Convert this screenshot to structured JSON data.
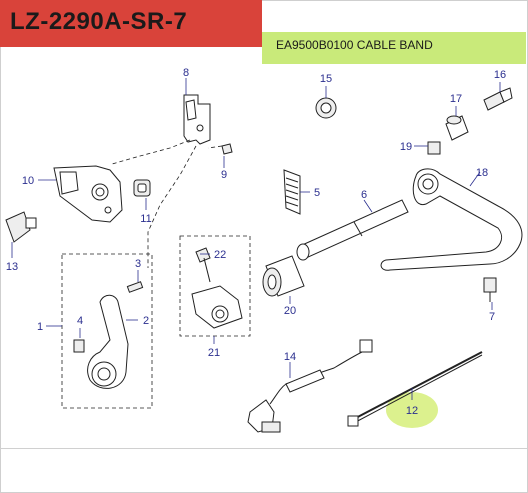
{
  "header": {
    "model": "LZ-2290A-SR-7",
    "part": "EA9500B0100 CABLE BAND"
  },
  "callouts": [
    "8",
    "15",
    "16",
    "17",
    "19",
    "18",
    "10",
    "9",
    "5",
    "6",
    "11",
    "13",
    "3",
    "22",
    "1",
    "2",
    "4",
    "20",
    "21",
    "7",
    "14",
    "12"
  ],
  "colors": {
    "title_band": "#d9433a",
    "subtitle_band": "#c9ea7a",
    "callout_text": "#2b2f8f",
    "highlight": "#d6ef7a"
  }
}
